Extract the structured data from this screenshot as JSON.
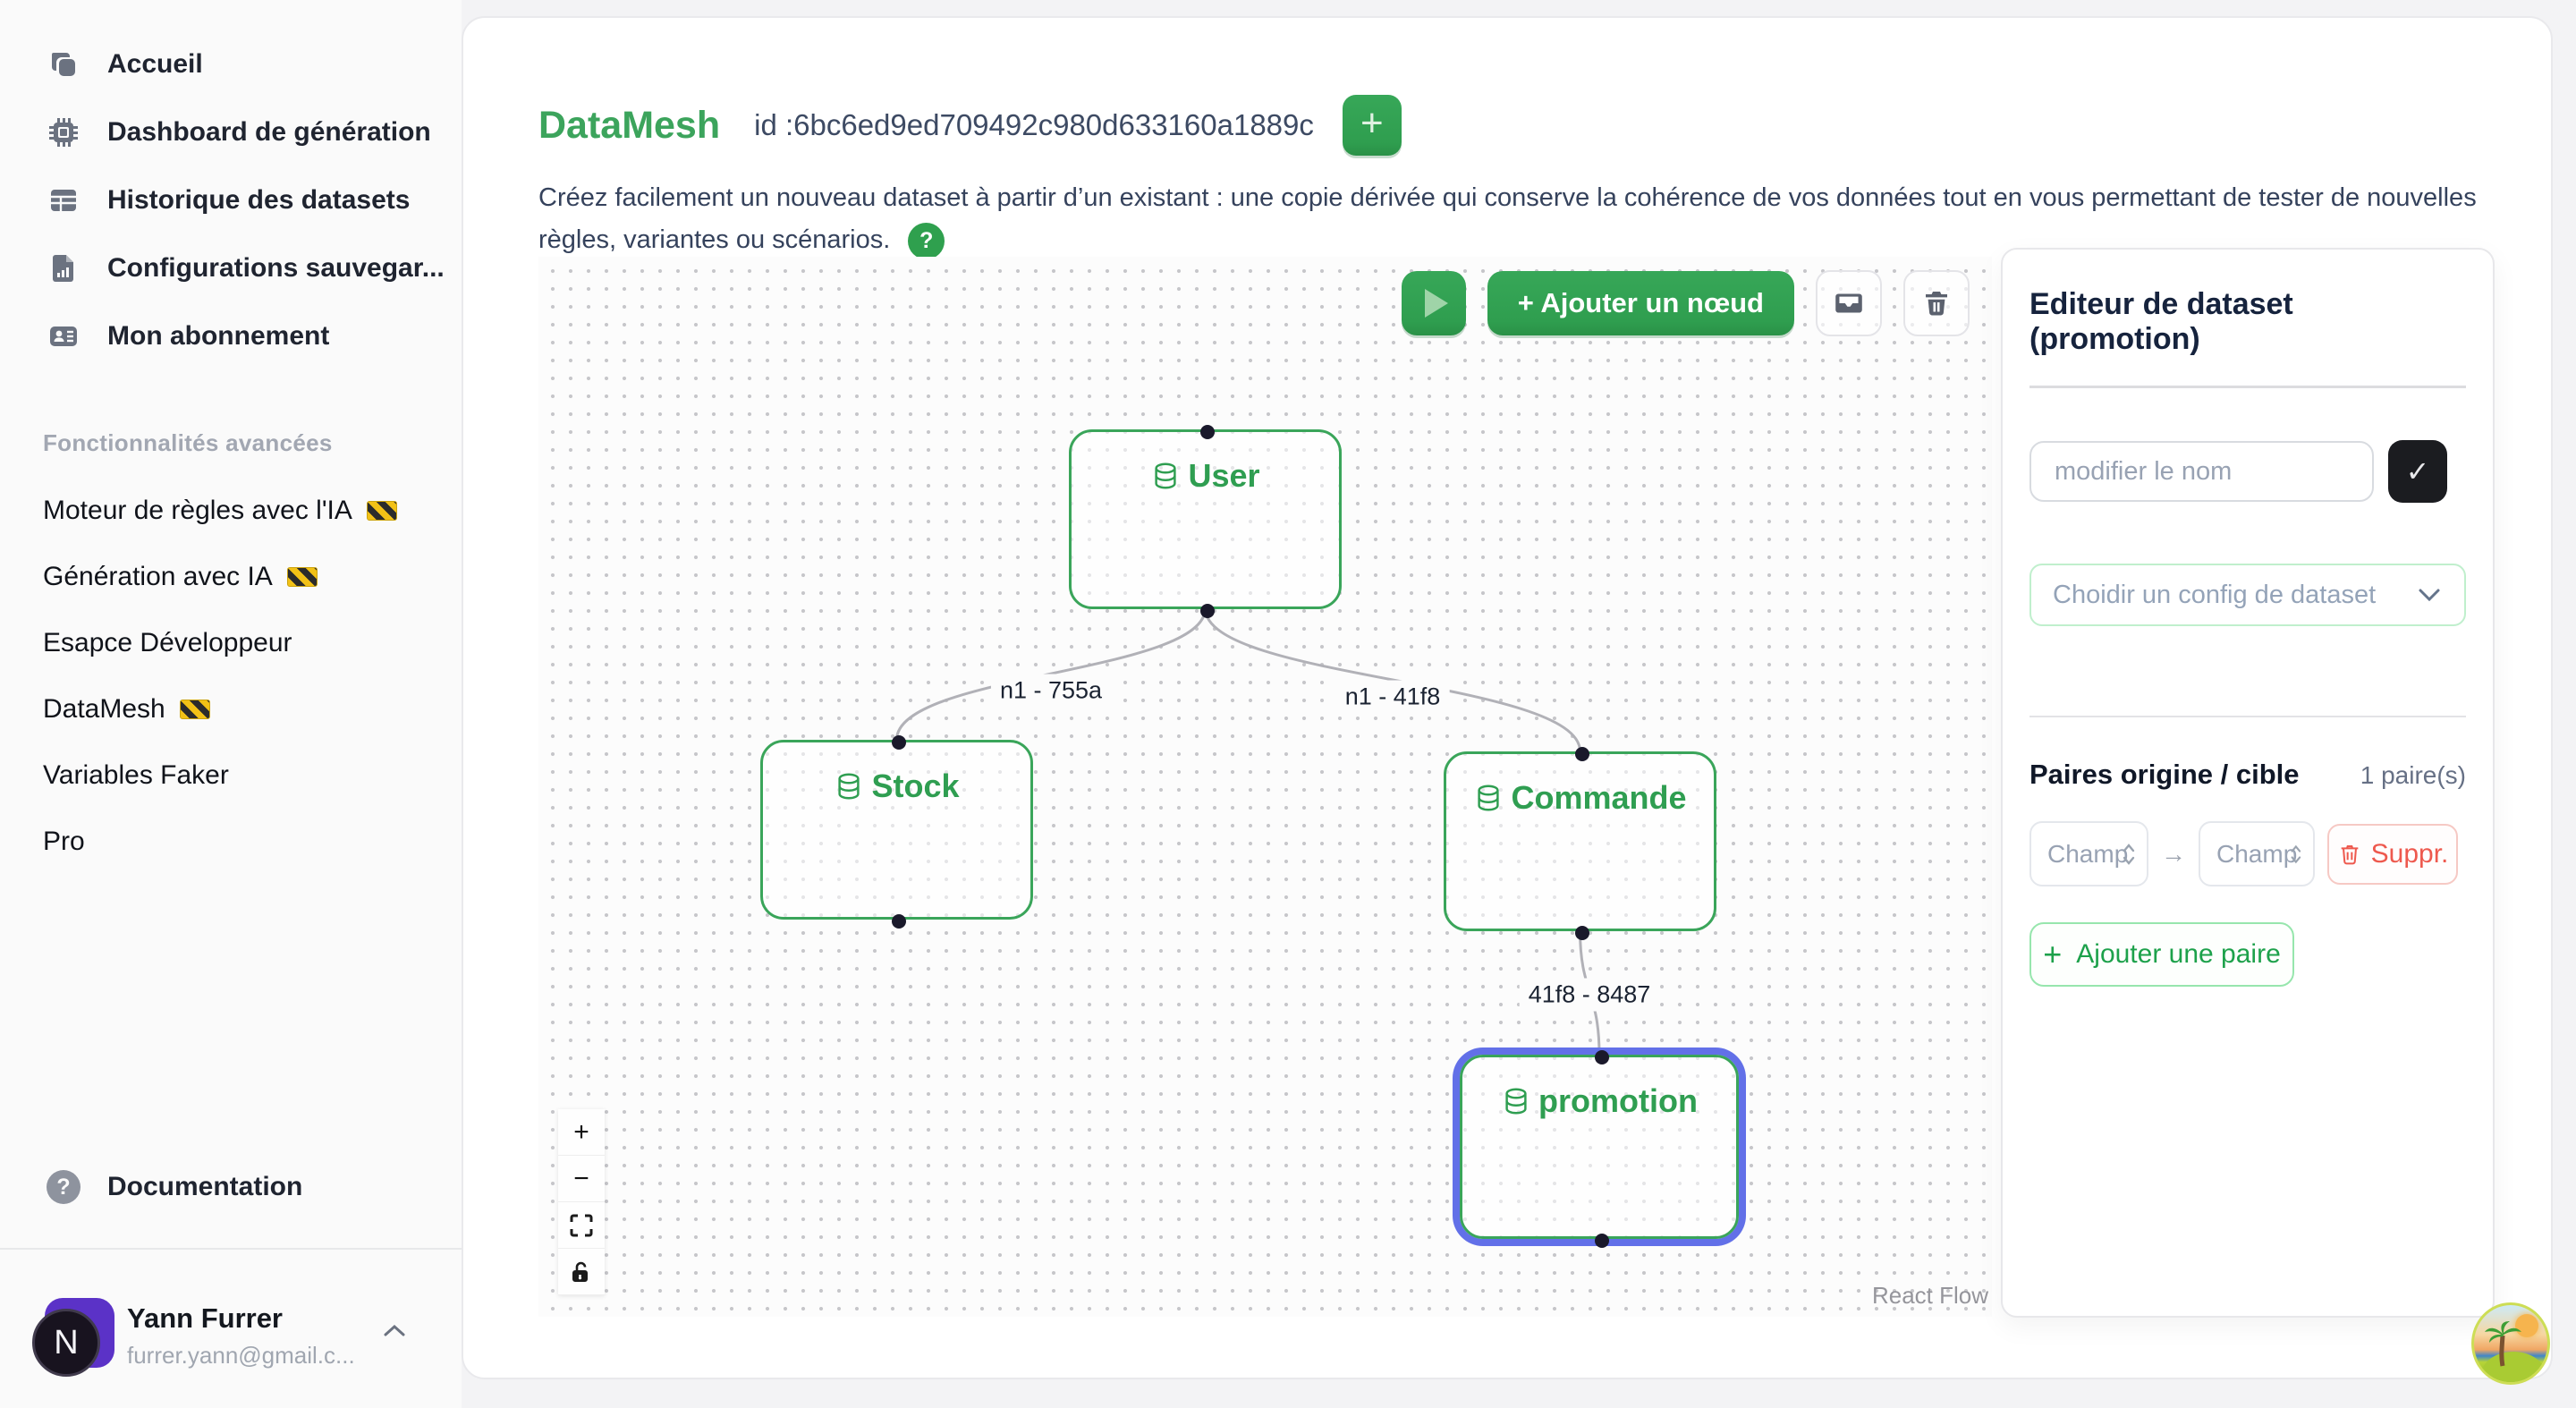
{
  "sidebar": {
    "items": [
      {
        "icon": "copy-icon",
        "label": "Accueil"
      },
      {
        "icon": "cpu-icon",
        "label": "Dashboard de génération"
      },
      {
        "icon": "table-icon",
        "label": "Historique des datasets"
      },
      {
        "icon": "file-chart-icon",
        "label": "Configurations sauvegar..."
      },
      {
        "icon": "id-card-icon",
        "label": "Mon abonnement"
      }
    ],
    "section_label": "Fonctionnalités avancées",
    "advanced": [
      {
        "label": "Moteur de règles avec l'IA",
        "badge": "construction-barrier"
      },
      {
        "label": "Génération avec IA",
        "badge": "construction-barrier"
      },
      {
        "label": "Esapce Développeur",
        "badge": ""
      },
      {
        "label": "DataMesh",
        "badge": "construction-barrier"
      },
      {
        "label": "Variables Faker",
        "badge": ""
      },
      {
        "label": "Pro",
        "badge": ""
      }
    ],
    "documentation_label": "Documentation",
    "doc_icon_glyph": "?",
    "user": {
      "initial": "N",
      "name": "Yann Furrer",
      "email": "furrer.yann@gmail.c..."
    }
  },
  "header": {
    "title": "DataMesh",
    "dataset_id": "id :6bc6ed9ed709492c980d633160a1889c",
    "add_dataset_label": "+",
    "description": "Créez facilement un nouveau dataset à partir d’un existant : une copie dérivée qui conserve la cohérence de vos données tout en vous permettant de tester de nouvelles règles, variantes ou scénarios.",
    "help_label": "?"
  },
  "canvas": {
    "toolbar": {
      "add_node_label": "+ Ajouter un nœud"
    },
    "nodes": {
      "user": {
        "label": "User"
      },
      "stock": {
        "label": "Stock"
      },
      "commande": {
        "label": "Commande"
      },
      "promotion": {
        "label": "promotion"
      }
    },
    "edges": [
      {
        "label": "n1 - 755a"
      },
      {
        "label": "n1 - 41f8"
      },
      {
        "label": "41f8 - 8487"
      }
    ],
    "controls": {
      "zoom_in": "+",
      "zoom_out": "−"
    },
    "attribution": "React Flow"
  },
  "editor_panel": {
    "title": "Editeur de dataset (promotion)",
    "name_input_placeholder": "modifier le nom",
    "confirm_label": "✓",
    "config_select_placeholder": "Choidir un config de dataset",
    "pairs_heading": "Paires origine / cible",
    "pairs_count": "1 paire(s)",
    "pair_source_placeholder": "Champ",
    "pair_target_placeholder": "Champ",
    "pair_arrow": "→",
    "delete_pair_label": "Suppr.",
    "add_pair_plus": "+",
    "add_pair_label": "Ajouter une paire"
  },
  "colors": {
    "accent_green": "#3aa55a",
    "button_green": "#2f9e4f",
    "selected_node_blue": "#6270e8",
    "danger_red": "#ee594e",
    "dark_button": "#1b1c20",
    "edge_gray": "#b1b1b7"
  }
}
